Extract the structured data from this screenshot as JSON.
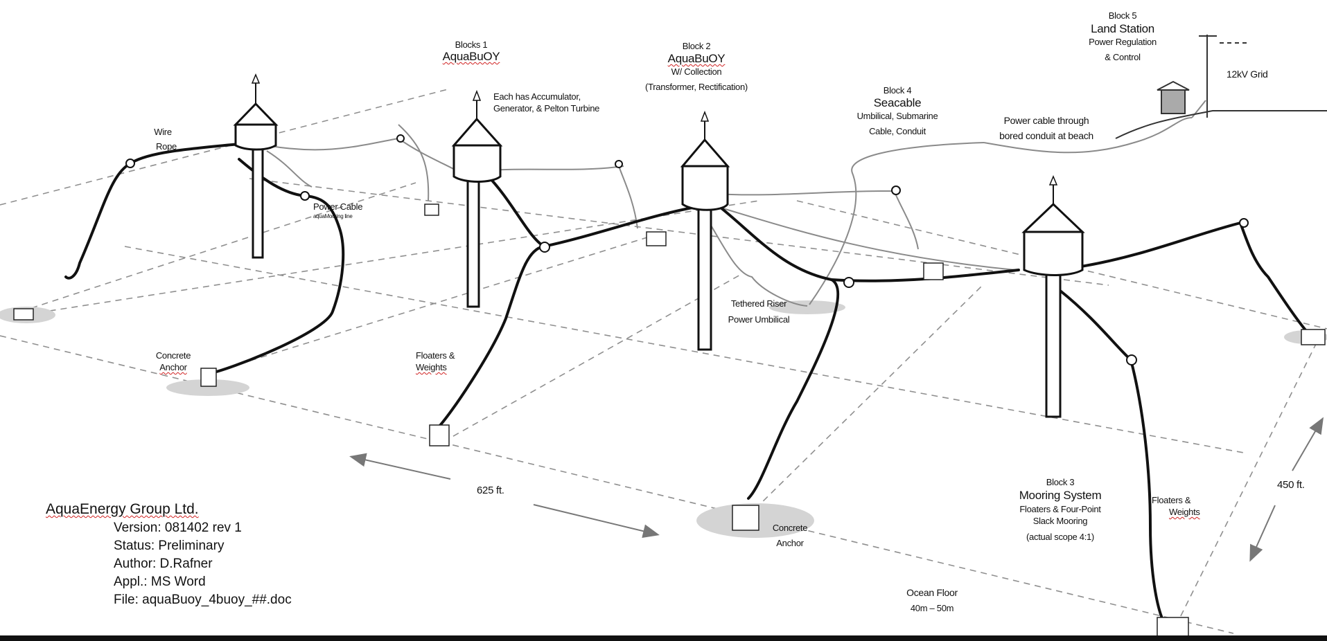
{
  "blocks": {
    "block1": {
      "line1": "Blocks 1",
      "title": "AquaBuOY",
      "desc": "Each has Accumulator,",
      "desc2": "Generator, & Pelton Turbine"
    },
    "block2": {
      "line1": "Block 2",
      "title": "AquaBuOY",
      "desc": "W/ Collection",
      "desc2": "(Transformer, Rectification)"
    },
    "block3": {
      "line1": "Block 3",
      "title": "Mooring System",
      "desc": "Floaters & Four-Point",
      "desc2": "Slack Mooring",
      "desc3": "(actual scope 4:1)"
    },
    "block4": {
      "line1": "Block 4",
      "title": "Seacable",
      "desc": "Umbilical, Submarine",
      "desc2": "Cable, Conduit"
    },
    "block5": {
      "line1": "Block 5",
      "title": "Land Station",
      "desc": "Power Regulation",
      "desc2": "& Control"
    }
  },
  "labels": {
    "wire_rope_1": "Wire",
    "wire_rope_2": "Rope",
    "power_cable": "Power Cable",
    "mooring_line": "aquaMooring line",
    "concrete_anchor_1": "Concrete",
    "concrete_anchor_2": "Anchor",
    "floaters_1": "Floaters &",
    "floaters_2": "Weights",
    "tethered_riser_1": "Tethered Riser",
    "tethered_riser_2": "Power Umbilical",
    "beach_cable_1": "Power cable through",
    "beach_cable_2": "bored conduit at beach",
    "grid": "12kV Grid",
    "dim_625": "625 ft.",
    "dim_450": "450 ft.",
    "ocean_floor_1": "Ocean Floor",
    "ocean_floor_2": "40m – 50m"
  },
  "doc_info": {
    "company": "AquaEnergy Group Ltd.",
    "version": "Version: 081402 rev 1",
    "status": "Status: Preliminary",
    "author": "Author: D.Rafner",
    "appl": "Appl.: MS Word",
    "file": "File: aquaBuoy_4buoy_##.doc"
  },
  "colors": {
    "line": "#111111",
    "cable": "#8a8a8a",
    "dashed": "#8f8f8f",
    "shadow": "#d4d4d4"
  }
}
